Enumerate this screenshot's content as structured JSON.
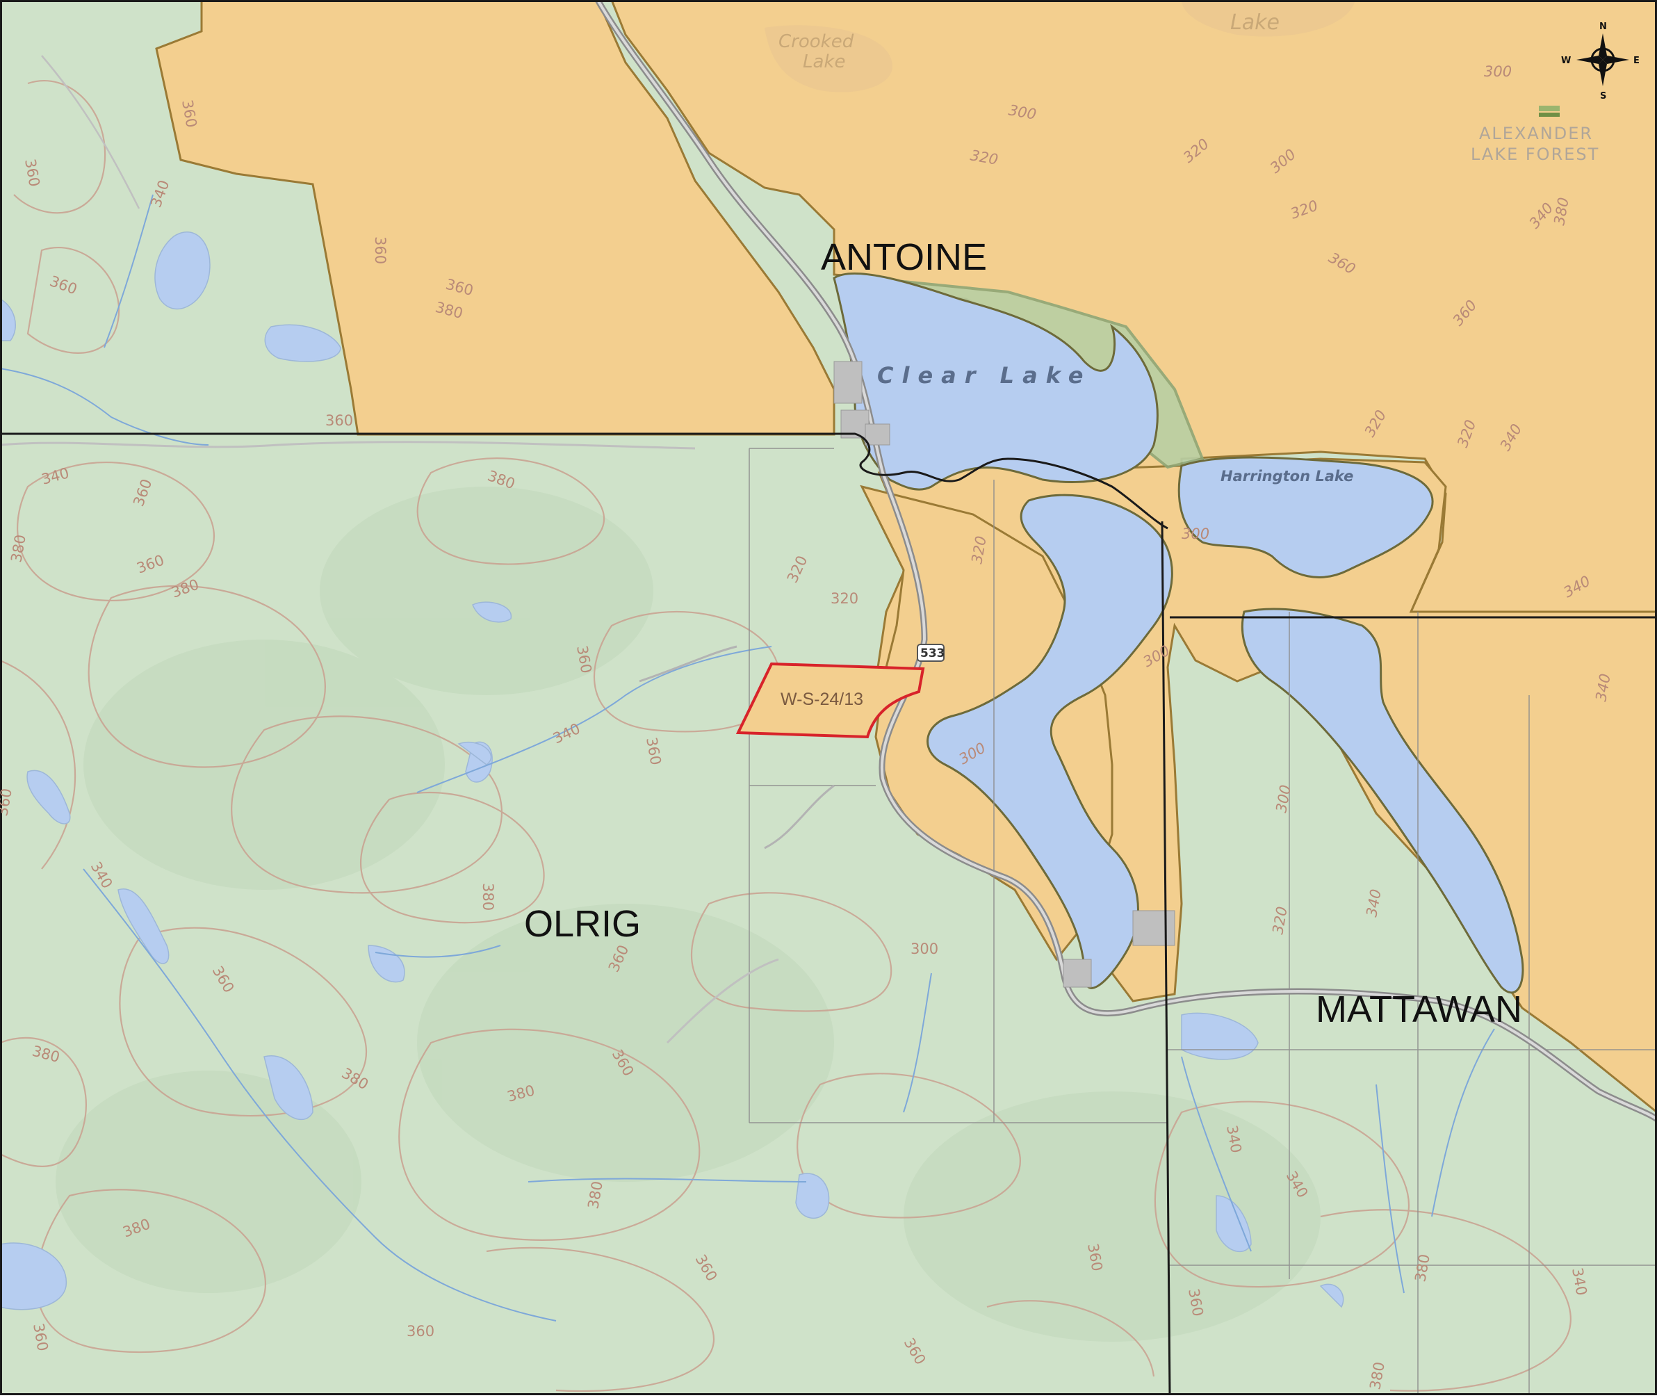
{
  "townships": {
    "antoine": "ANTOINE",
    "olrig": "OLRIG",
    "mattawan": "MATTAWAN"
  },
  "lakes": {
    "clear_lake": "Clear Lake",
    "harrington_lake": "Harrington Lake",
    "crooked_lake_line1": "Crooked",
    "crooked_lake_line2": "Lake",
    "top_lake": "Lake"
  },
  "forest": {
    "line1": "ALEXANDER",
    "line2": "LAKE FOREST"
  },
  "claim": {
    "label": "W-S-24/13",
    "outline_color": "#d8232a"
  },
  "highway": {
    "number": "533"
  },
  "compass": {
    "n": "N",
    "s": "S",
    "e": "E",
    "w": "W"
  },
  "contour_labels": [
    "360",
    "340",
    "380",
    "320",
    "300"
  ],
  "colors": {
    "crown_land": "#f3cf8f",
    "crown_border": "#9a7a35",
    "terrain": "#cfe2c9",
    "water": "#b6cdf0",
    "water_edge": "#6d6a3a",
    "contour": "#c9a08f",
    "stream": "#7ea8d9",
    "road": "#8c8c8c",
    "township_line": "#1a1a1a",
    "lot_line": "#8d8d8d",
    "park_edge": "#8fa676"
  },
  "icons": {
    "compass": "compass-rose-icon",
    "highway": "highway-shield-icon",
    "forest": "forest-symbol-icon"
  }
}
